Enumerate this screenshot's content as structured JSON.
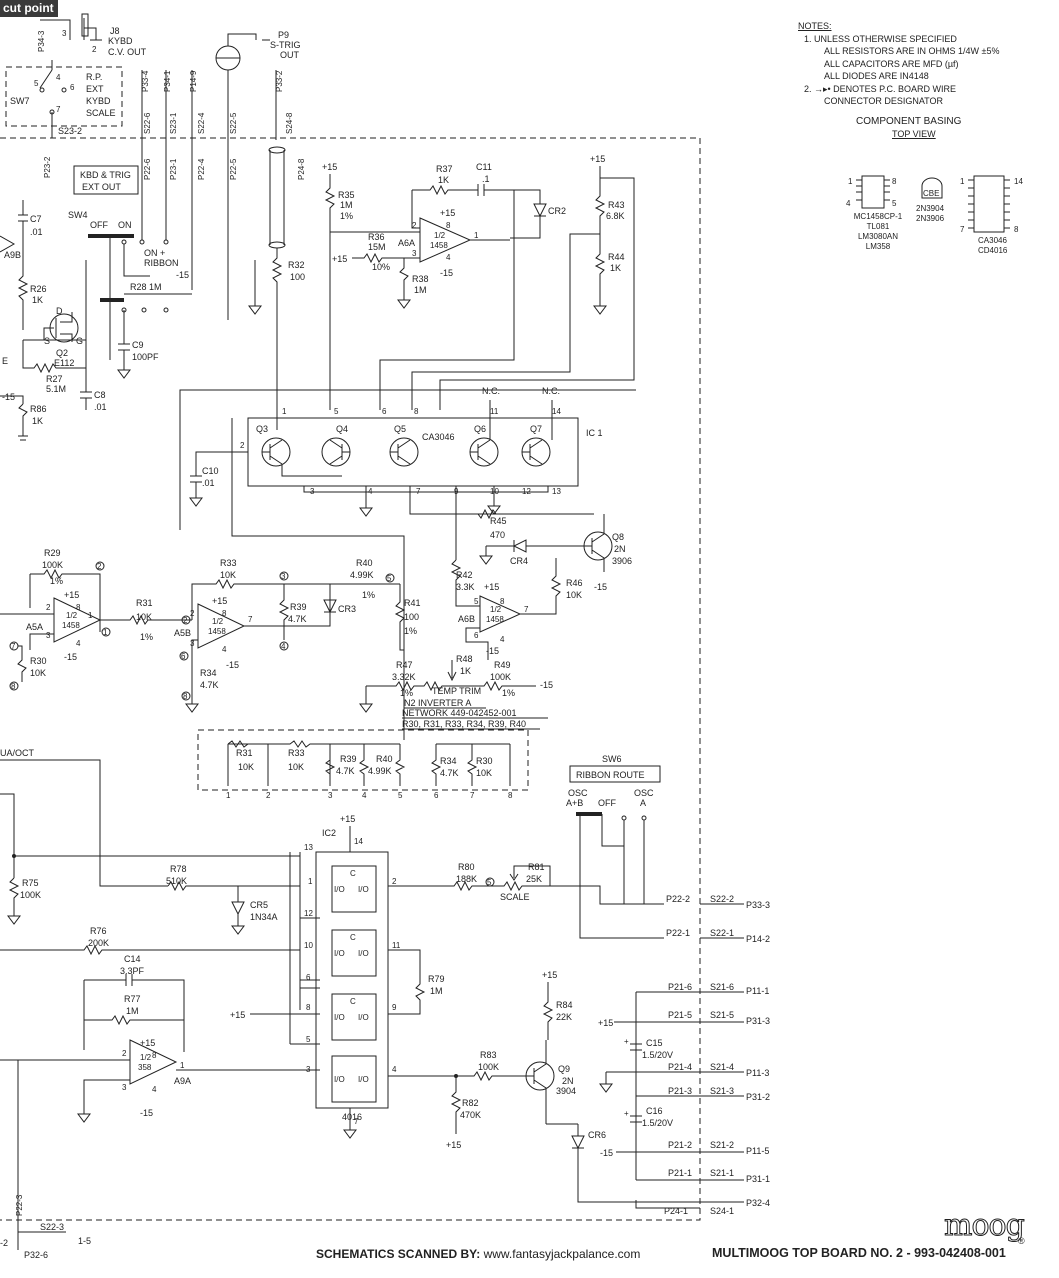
{
  "cut_point": "cut point",
  "notes": {
    "heading": "NOTES:",
    "n1_a": "1. UNLESS OTHERWISE SPECIFIED",
    "n1_b": "ALL RESISTORS ARE IN OHMS 1/4W ±5%",
    "n1_c": "ALL CAPACITORS ARE MFD (µf)",
    "n1_d": "ALL DIODES ARE IN4148",
    "n2_a": "2. →▸• DENOTES P.C. BOARD WIRE",
    "n2_b": "CONNECTOR DESIGNATOR",
    "basing_title": "COMPONENT BASING",
    "basing_sub": "TOP VIEW",
    "pkg1": [
      "MC1458CP-1",
      "TL081",
      "LM3080AN",
      "LM358"
    ],
    "pkg2": [
      "2N3904",
      "2N3906"
    ],
    "pkg2_pins": "CBE",
    "pkg3": [
      "CA3046",
      "CD4016"
    ],
    "pkg1_pins": [
      "1",
      "4",
      "8",
      "5"
    ],
    "pkg3_pins": [
      "1",
      "7",
      "14",
      "8"
    ]
  },
  "footer": {
    "scanned_label": "SCHEMATICS SCANNED BY:",
    "scanned_url": "www.fantasyjackpalance.com",
    "board": "MULTIMOOG TOP BOARD NO. 2 - 993-042408-001",
    "logo": "moog",
    "reg": "®"
  },
  "labels": {
    "j8": "J8",
    "j8_kybd": "KYBD",
    "j8_cv": "C.V. OUT",
    "p34_3": "P34-3",
    "p9": "P9",
    "p9_strig": "S-TRIG",
    "p9_out": "OUT",
    "sw7": "SW7",
    "sw7_rp": "R.P.",
    "sw7_ext": "EXT",
    "sw7_kybd": "KYBD",
    "sw7_scale": "SCALE",
    "sw7_5": "5",
    "sw7_4": "4",
    "sw7_6": "6",
    "sw7_7": "7",
    "s23_2": "S23-2",
    "p23_2": "P23-2",
    "p33_4": "P33-4",
    "p34_1": "P34-1",
    "p14_9": "P14-9",
    "p33_2": "P33-2",
    "s22_6": "S22-6",
    "s23_1": "S23-1",
    "s22_4": "S22-4",
    "s22_5": "S22-5",
    "s24_8": "S24-8",
    "p22_6": "P22-6",
    "p23_1": "P23-1",
    "p22_4": "P22-4",
    "p22_5": "P22-5",
    "p24_8": "P24-8",
    "kbd_trig1": "KBD & TRIG",
    "kbd_trig2": "EXT OUT",
    "sw4": "SW4",
    "sw4_off": "OFF",
    "sw4_on": "ON",
    "on_ribbon1": "ON +",
    "on_ribbon2": "RIBBON",
    "m15": "-15",
    "p15": "+15",
    "r28": "R28 1M",
    "c7": "C7",
    "c7v": ".01",
    "a9b": "A9B",
    "r26": "R26",
    "r26v": "1K",
    "q2": "Q2",
    "q2v": "E112",
    "q2d": "D",
    "q2s": "S",
    "q2g": "G",
    "r27": "R27",
    "r27v": "5.1M",
    "e_frag": "E",
    "c8": "C8",
    "c8v": ".01",
    "r86": "R86",
    "r86v": "1K",
    "c9": "C9",
    "c9v": "100PF",
    "r32": "R32",
    "r32v": "100",
    "r35": "R35",
    "r35v": "1M",
    "r35p": "1%",
    "r36": "R36",
    "r36v": "15M",
    "r36p": "10%",
    "r37": "R37",
    "r37v": "1K",
    "c11": "C11",
    "c11v": ".1",
    "a6a": "A6A",
    "half": "1/2",
    "ic1458": "1458",
    "r38": "R38",
    "r38v": "1M",
    "cr2": "CR2",
    "r43": "R43",
    "r43v": "6.8K",
    "r44": "R44",
    "r44v": "1K",
    "nc": "N.C.",
    "q3": "Q3",
    "q4": "Q4",
    "q5": "Q5",
    "q6": "Q6",
    "q7": "Q7",
    "ca3046": "CA3046",
    "ic1": "IC 1",
    "c10": "C10",
    "c10v": ".01",
    "r45": "R45",
    "r45v": "470",
    "q8": "Q8",
    "q8v1": "2N",
    "q8v2": "3906",
    "cr4": "CR4",
    "r42": "R42",
    "r42v": "3.3K",
    "r46": "R46",
    "r46v": "10K",
    "a6b": "A6B",
    "r29": "R29",
    "r29v": "100K",
    "r29p": "1%",
    "a5a": "A5A",
    "r30": "R30",
    "r30v": "10K",
    "r31": "R31",
    "r31v": "10K",
    "r31p": "1%",
    "r33": "R33",
    "r33v": "10K",
    "a5b": "A5B",
    "r39": "R39",
    "r39v": "4.7K",
    "cr3": "CR3",
    "r34": "R34",
    "r34v": "4.7K",
    "r40": "R40",
    "r40v": "4.99K",
    "r40p": "1%",
    "r41": "R41",
    "r41v": "100",
    "r41p": "1%",
    "r47": "R47",
    "r47v": "3.32K",
    "r47p": "1%",
    "r48": "R48",
    "r48v": "1K",
    "temp_trim": "TEMP TRIM",
    "r49": "R49",
    "r49v": "100K",
    "r49p": "1%",
    "n2_inv": "N2 INVERTER A",
    "network": "NETWORK 449-042452-001",
    "network_list": "R30, R31, R33, R34, R39, R40",
    "sw6": "SW6",
    "ribbon_route": "RIBBON ROUTE",
    "osc": "OSC",
    "apb": "A+B",
    "off": "OFF",
    "osc_a": "A",
    "ua_oct": "UA/OCT",
    "ic2": "IC2",
    "io": "I/O",
    "c_lbl": "C",
    "ic4016": "4016",
    "r75": "R75",
    "r75v": "100K",
    "r78": "R78",
    "r78v": "510K",
    "cr5": "CR5",
    "cr5v": "1N34A",
    "r80": "R80",
    "r80v": "188K",
    "r81": "R81",
    "r81v": "25K",
    "scale": "SCALE",
    "r76": "R76",
    "r76v": "200K",
    "c14": "C14",
    "c14v": "3.3PF",
    "r77": "R77",
    "r77v": "1M",
    "r79": "R79",
    "r79v": "1M",
    "a9a": "A9A",
    "ic358": "358",
    "r83": "R83",
    "r83v": "100K",
    "r82": "R82",
    "r82v": "470K",
    "r84": "R84",
    "r84v": "22K",
    "q9": "Q9",
    "q9v1": "2N",
    "q9v2": "3904",
    "cr6": "CR6",
    "c15": "C15",
    "c15v": "1.5/20V",
    "c16": "C16",
    "c16v": "1.5/20V",
    "p22_2": "P22-2",
    "s22_2": "S22-2",
    "p33_3": "P33-3",
    "p22_1": "P22-1",
    "s22_1": "S22-1",
    "p14_2": "P14-2",
    "p21_6": "P21-6",
    "s21_6": "S21-6",
    "p11_1": "P11-1",
    "p21_5": "P21-5",
    "s21_5": "S21-5",
    "p31_3": "P31-3",
    "p21_4": "P21-4",
    "s21_4": "S21-4",
    "p11_3": "P11-3",
    "p21_3": "P21-3",
    "s21_3": "S21-3",
    "p31_2": "P31-2",
    "p21_2": "P21-2",
    "s21_2": "S21-2",
    "p11_5": "P11-5",
    "p21_1": "P21-1",
    "s21_1": "S21-1",
    "p31_1": "P31-1",
    "p24_1": "P24-1",
    "s24_1": "S24-1",
    "p32_4": "P32-4",
    "p22_3": "P22-3",
    "s22_3": "S22-3",
    "i5": "1-5",
    "p32_6": "P32-6",
    "frag_2": "-2"
  }
}
